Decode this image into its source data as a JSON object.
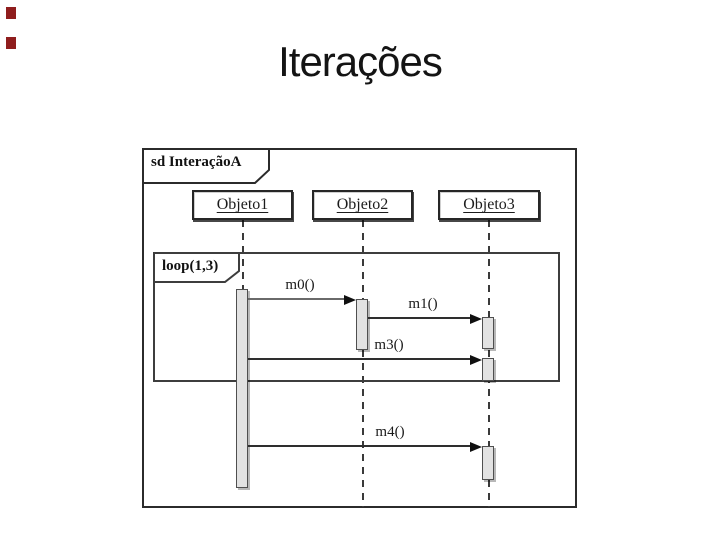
{
  "slide": {
    "title": "Iterações",
    "edge_marks_color": "#8f1d1d"
  },
  "diagram": {
    "frame_label": "sd InteraçãoA",
    "loop": {
      "label": "loop(1,3)"
    },
    "objects": [
      {
        "name": "Objeto1"
      },
      {
        "name": "Objeto2"
      },
      {
        "name": "Objeto3"
      }
    ],
    "messages": [
      {
        "label": "m0()",
        "from": "Objeto1",
        "to": "Objeto2"
      },
      {
        "label": "m1()",
        "from": "Objeto2",
        "to": "Objeto3"
      },
      {
        "label": "m3()",
        "from": "Objeto1",
        "to": "Objeto3"
      },
      {
        "label": "m4()",
        "from": "Objeto1",
        "to": "Objeto3"
      }
    ]
  }
}
